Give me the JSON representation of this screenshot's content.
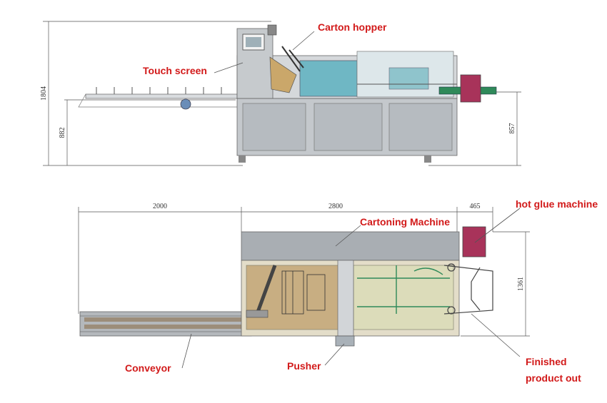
{
  "callouts": {
    "carton_hopper": "Carton hopper",
    "touch_screen": "Touch screen",
    "cartoning_machine": "Cartoning Machine",
    "hot_glue_machine": "hot glue machine",
    "conveyor": "Conveyor",
    "pusher": "Pusher",
    "finished_line1": "Finished",
    "finished_line2": "product out"
  },
  "dimensions": {
    "overall_height": "1804",
    "conveyor_height": "882",
    "outfeed_height": "857",
    "conveyor_length": "2000",
    "machine_length": "2800",
    "glue_width": "465",
    "machine_depth": "1361"
  },
  "colors": {
    "callout_text": "#d21a1a",
    "frame_gray": "#a9aeb3",
    "panel_gray": "#c4c8cc",
    "window_teal": "#6fb7c4",
    "glue_unit": "#a8335a",
    "green_guide": "#2f8a5a"
  }
}
